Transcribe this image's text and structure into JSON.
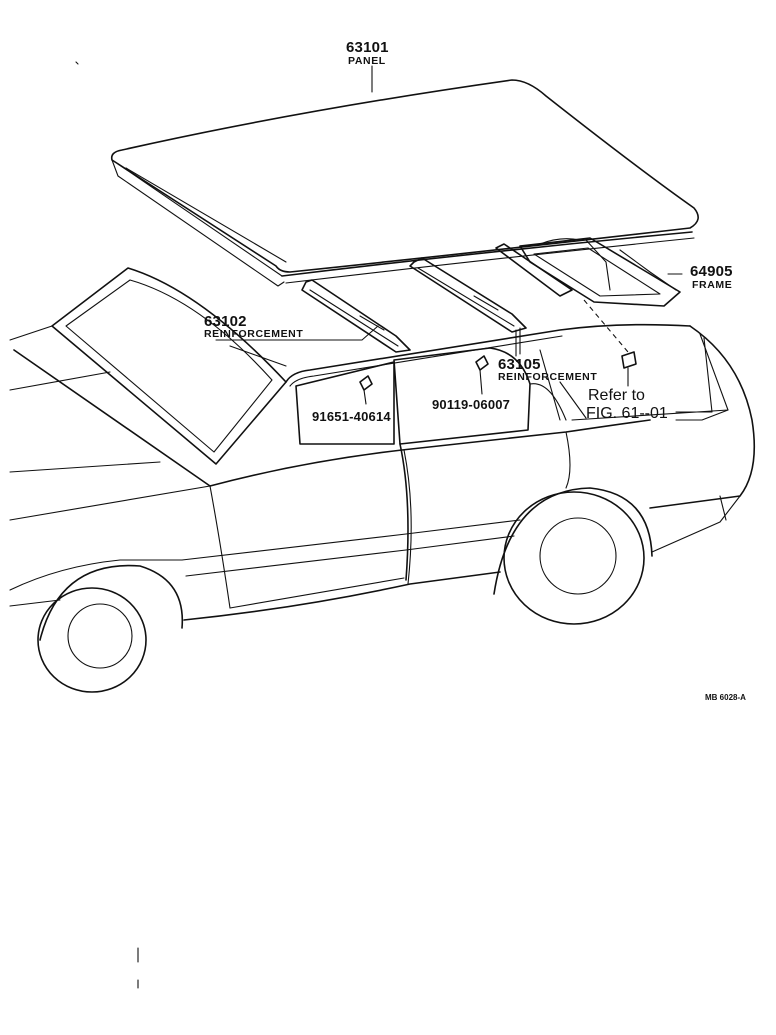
{
  "diagram": {
    "callouts": [
      {
        "id": "panel",
        "number": "63101",
        "name": "PANEL"
      },
      {
        "id": "frame",
        "number": "64905",
        "name": "FRAME"
      },
      {
        "id": "reinf-front",
        "number": "63102",
        "name": "REINFORCEMENT"
      },
      {
        "id": "reinf-rear",
        "number": "63105",
        "name": "REINFORCEMENT"
      }
    ],
    "fasteners": [
      {
        "id": "clip-left",
        "number": "91651-40614"
      },
      {
        "id": "clip-right",
        "number": "90119-06007"
      }
    ],
    "reference": {
      "line1": "Refer to",
      "line2": "FIG. 61--01"
    },
    "drawing_code": "MB 6028-A"
  }
}
